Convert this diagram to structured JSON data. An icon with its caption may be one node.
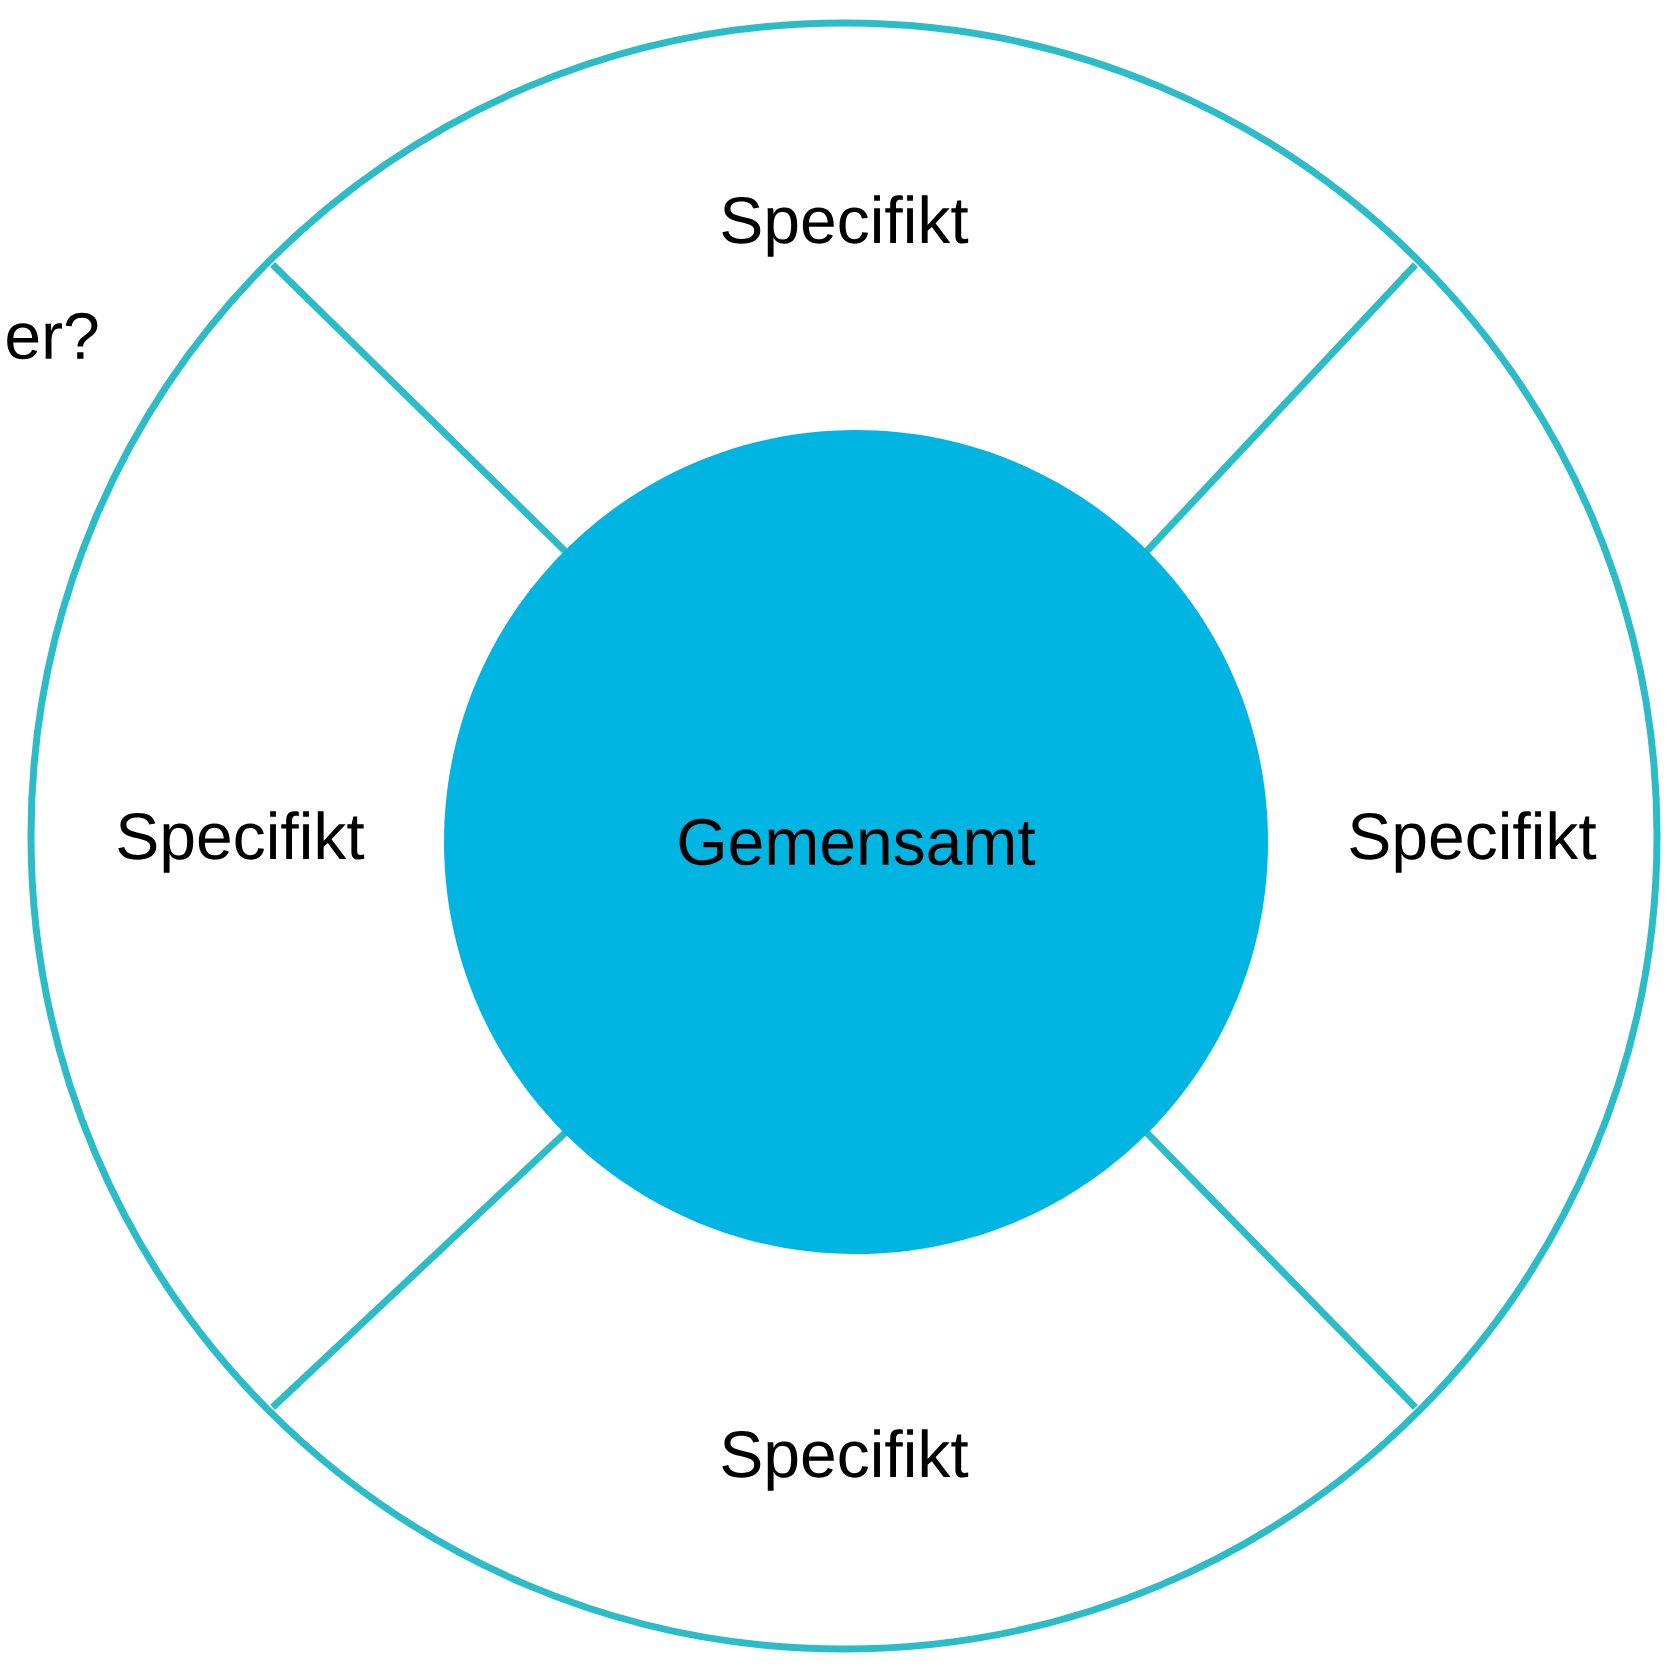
{
  "diagram": {
    "nodes": [
      {
        "text": [],
        "shape": "circle"
      },
      {
        "text": [
          "Specifikt"
        ],
        "in": 0
      },
      {
        "text": [
          "Specifikt"
        ],
        "in": 0
      },
      {
        "text": [
          "Gemensamt"
        ],
        "in": 0
      },
      {
        "text": [
          "Specifikt"
        ],
        "in": 0
      },
      {
        "text": [
          "Specifikt"
        ],
        "in": 0
      }
    ],
    "labels": [
      "er?"
    ]
  }
}
